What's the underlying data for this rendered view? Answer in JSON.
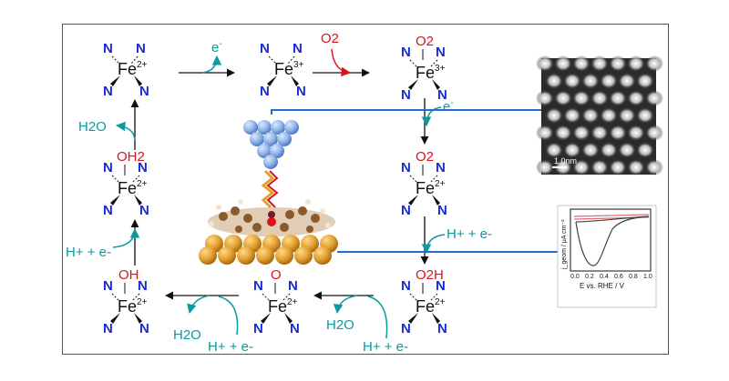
{
  "species": {
    "s1": {
      "n": "N",
      "metal": "Fe",
      "charge": "2+"
    },
    "s2": {
      "n": "N",
      "metal": "Fe",
      "charge": "3+"
    },
    "s3": {
      "n": "N",
      "metal": "Fe",
      "charge": "3+",
      "ligand": "O2"
    },
    "s4": {
      "n": "N",
      "metal": "Fe",
      "charge": "2+",
      "ligand": "O2"
    },
    "s5": {
      "n": "N",
      "metal": "Fe",
      "charge": "2+",
      "ligand": "O2H"
    },
    "s6": {
      "n": "N",
      "metal": "Fe",
      "charge": "2+",
      "ligand": "O"
    },
    "s7": {
      "n": "N",
      "metal": "Fe",
      "charge": "2+",
      "ligand": "OH"
    },
    "s8": {
      "n": "N",
      "metal": "Fe",
      "charge": "2+",
      "ligand": "OH2"
    }
  },
  "labels": {
    "electron": "e",
    "minus": "-",
    "o2": "O2",
    "proton_electron": "H+ + e-",
    "water": "H2O"
  },
  "stm": {
    "scale_label": "1.0nm"
  },
  "cv_plot": {
    "ylabel": "j_geom / μA cm⁻²",
    "xlabel": "E vs. RHE / V",
    "ticks": [
      "0.0",
      "0.2",
      "0.4",
      "0.6",
      "0.8",
      "1.0"
    ]
  },
  "colors": {
    "nitrogen": "#1a2bd6",
    "oxygen": "#d8141c",
    "label": "#0b9aa0",
    "connector": "#1e73c8"
  }
}
